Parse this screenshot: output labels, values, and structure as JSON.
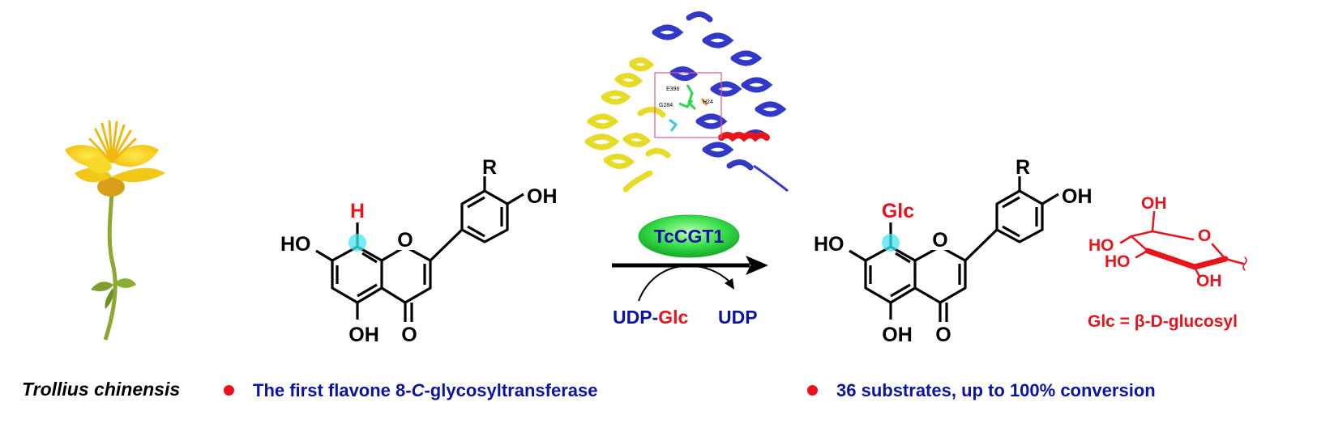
{
  "colors": {
    "red": "#e8141c",
    "navy": "#0a14a0",
    "black": "#000000",
    "cyan": "#46e6f0",
    "flower_yellow": "#f5d21e",
    "stem_green": "#8aa832",
    "helix_blue": "#3238c8",
    "helix_yellow": "#e6dc28",
    "enzyme_green": "#2ed84a"
  },
  "flavone_left": {
    "R": "R",
    "OH_top": "OH",
    "HO_left": "HO",
    "O_ring": "O",
    "OH_bottom": "OH",
    "O_keto": "O",
    "H": "H"
  },
  "flavone_right": {
    "R": "R",
    "OH_top": "OH",
    "HO_left": "HO",
    "O_ring": "O",
    "OH_bottom": "OH",
    "O_keto": "O",
    "Glc": "Glc"
  },
  "reaction": {
    "enzyme": "TcCGT1",
    "udp_prefix": "UDP-",
    "udp_glc": "Glc",
    "udp_product": "UDP"
  },
  "protein_labels": {
    "e396": "E396",
    "g284": "G284",
    "h24": "H24"
  },
  "glucose": {
    "oh_top": "OH",
    "o_ring": "O",
    "ho_1": "HO",
    "ho_2": "HO",
    "oh_bottom": "OH",
    "definition": "Glc = β-D-glucosyl"
  },
  "footer": {
    "species": "Trollius chinensis",
    "highlight_1_prefix": "The first flavone 8-",
    "highlight_1_c": "C",
    "highlight_1_suffix": "-glycosyltransferase",
    "highlight_2": "36 substrates, up to 100% conversion"
  }
}
